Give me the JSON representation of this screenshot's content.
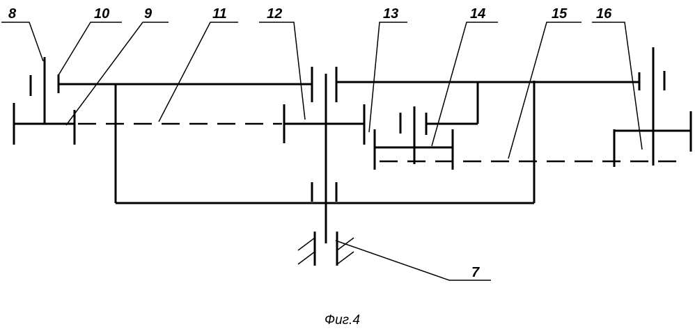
{
  "labels": {
    "l8": "8",
    "l10": "10",
    "l9": "9",
    "l11": "11",
    "l12": "12",
    "l13": "13",
    "l14": "14",
    "l15": "15",
    "l16": "16",
    "l7": "7"
  },
  "caption": "Фиг.4"
}
